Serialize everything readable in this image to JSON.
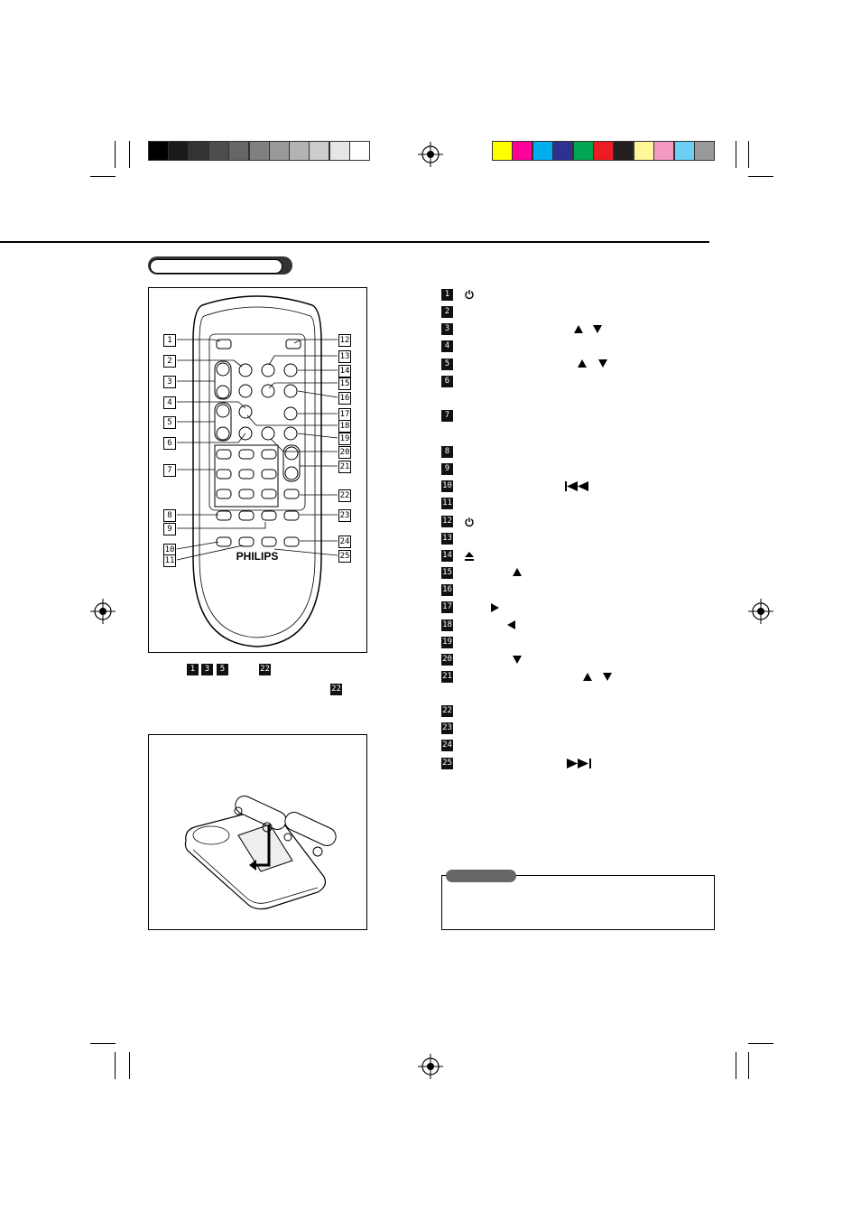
{
  "page": {
    "header_label": "",
    "remote": {
      "brand": "PHILIPS"
    },
    "note_label": "",
    "legend_numbers": [
      "1",
      "2",
      "3",
      "4",
      "5",
      "6",
      "7",
      "8",
      "9",
      "10",
      "11",
      "12",
      "13",
      "14",
      "15",
      "16",
      "17",
      "18",
      "19",
      "20",
      "21",
      "22",
      "23",
      "24",
      "25"
    ],
    "caption_numbers": [
      "1",
      "3",
      "5",
      "22",
      "22"
    ],
    "color_bar_left": [
      "#000000",
      "#1a1a1a",
      "#333333",
      "#4d4d4d",
      "#666666",
      "#808080",
      "#999999",
      "#b3b3b3",
      "#cccccc",
      "#e6e6e6",
      "#ffffff"
    ],
    "color_bar_right": [
      "#ffff00",
      "#ff0099",
      "#00aeef",
      "#2e3192",
      "#00a651",
      "#ed1c24",
      "#231f20",
      "#fff799",
      "#f49ac1",
      "#6dcff6",
      "#999999"
    ]
  }
}
